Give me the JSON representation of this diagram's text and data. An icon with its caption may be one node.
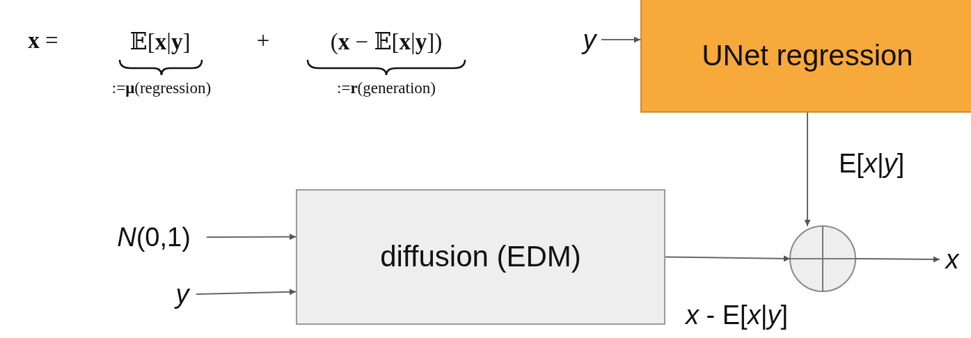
{
  "diagram": {
    "nodes": [
      {
        "text": [
          "UNet regression"
        ]
      },
      {
        "text": [
          "diffusion (EDM)"
        ]
      },
      {
        "text": [],
        "shape": "circle"
      },
      {
        "text": [
          "*y*"
        ]
      },
      {
        "text": [
          "*N*(0,1)"
        ]
      },
      {
        "text": [
          "*y*"
        ]
      },
      {
        "text": [
          "*x*"
        ]
      }
    ],
    "edges": [
      {
        "from": 3,
        "to": 0,
        "arrow": "to"
      },
      {
        "from": 0,
        "to": 2,
        "arrow": "to",
        "label": "E[*x*|*y*]"
      },
      {
        "from": 4,
        "to": 1,
        "arrow": "to"
      },
      {
        "from": 5,
        "to": 1,
        "arrow": "to"
      },
      {
        "from": 1,
        "to": 2,
        "arrow": "to",
        "label": "*x* - E[*x*|*y*]"
      },
      {
        "from": 2,
        "to": 6,
        "arrow": "to"
      }
    ],
    "labels": [
      "**x** =",
      "𝔼[**x**|**y**]",
      "+",
      "(**x** − 𝔼[**x**|**y**])",
      ":=**μ**(regression)",
      ":=**r**(generation)"
    ]
  }
}
